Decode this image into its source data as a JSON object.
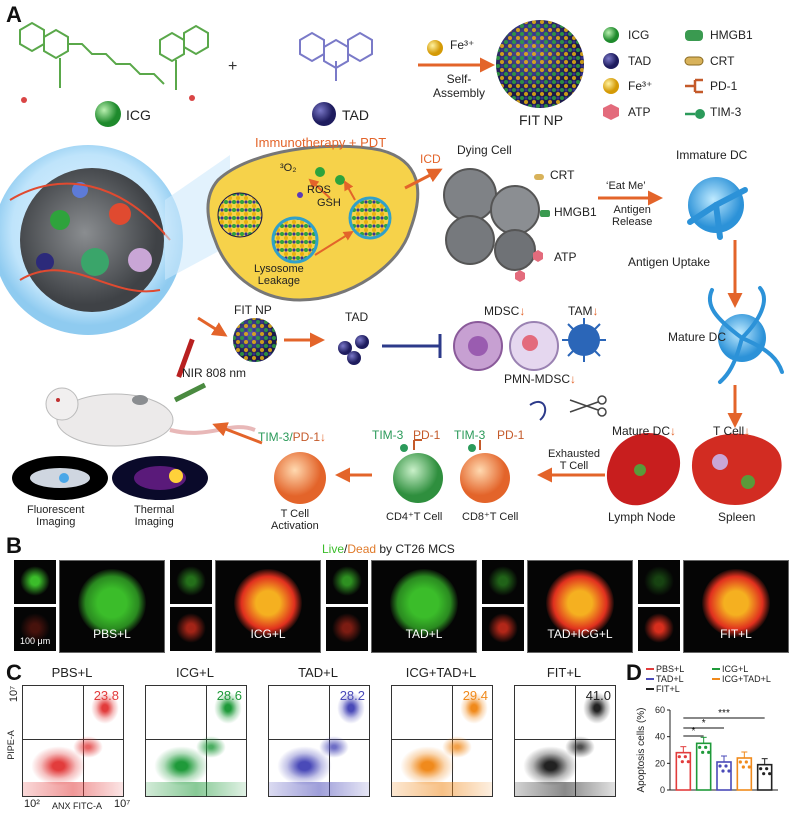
{
  "panel_a": {
    "letter": "A",
    "molecules": {
      "icg": "ICG",
      "tad": "TAD",
      "plus": "+",
      "fe_label": "Fe³⁺",
      "assembly": "Self-\nAssembly",
      "fit_np": "FIT NP"
    },
    "legend": [
      {
        "name": "ICG",
        "color": "#2e9e3c",
        "shape": "sphere"
      },
      {
        "name": "HMGB1",
        "color": "#3a9a50",
        "shape": "cylinder"
      },
      {
        "name": "TAD",
        "color": "#2c2a7a",
        "shape": "sphere"
      },
      {
        "name": "CRT",
        "color": "#d8b25a",
        "shape": "capsule"
      },
      {
        "name": "Fe³⁺",
        "color": "#e6b012",
        "shape": "sphere"
      },
      {
        "name": "PD-1",
        "color": "#c45a2a",
        "shape": "receptor"
      },
      {
        "name": "ATP",
        "color": "#e36b7c",
        "shape": "hexagon"
      },
      {
        "name": "TIM-3",
        "color": "#2b9a5a",
        "shape": "receptor"
      }
    ],
    "cell_labels": {
      "immuno_pdt": "Immunotherapy + PDT",
      "o2": "³O₂",
      "ros": "ROS",
      "gsh": "GSH",
      "lysosome": "Lysosome\nLeakage",
      "icd": "ICD",
      "dying_cell": "Dying Cell",
      "crt": "CRT",
      "hmgb1": "HMGB1",
      "atp": "ATP",
      "eat_me": "‘Eat Me’",
      "antigen_release": "Antigen\nRelease",
      "immature_dc": "Immature DC",
      "antigen_uptake": "Antigen Uptake",
      "mature_dc": "Mature DC",
      "fit_np2": "FIT NP",
      "tad2": "TAD",
      "nir": "NIR 808 nm",
      "mdsc": "MDSC",
      "tam": "TAM",
      "pmn_mdsc": "PMN-MDSC",
      "mature_dc2": "Mature DC",
      "t_cell": "T Cell",
      "exhausted": "Exhausted\nT Cell",
      "lymph_node": "Lymph Node",
      "spleen": "Spleen",
      "tim3_a": "TIM-3",
      "pd1_a": "PD-1",
      "tim3_b": "TIM-3",
      "pd1_b": "PD-1",
      "cd4": "CD4⁺T Cell",
      "cd8": "CD8⁺T Cell",
      "tim3_pd1_c": "TIM-3/",
      "pd1_c": "PD-1",
      "t_activation": "T Cell\nActivation",
      "fluorescent": "Fluorescent\nImaging",
      "thermal": "Thermal\nImaging",
      "down": "↓"
    }
  },
  "panel_b": {
    "letter": "B",
    "title_live": "Live",
    "title_sep": "/",
    "title_dead": "Dead",
    "title_rest": " by CT26 MCS",
    "scale": "100 μm",
    "groups": [
      "PBS+L",
      "ICG+L",
      "TAD+L",
      "TAD+ICG+L",
      "FIT+L"
    ],
    "colors": {
      "live": "#3bbd2a",
      "dead": "#e0301e"
    }
  },
  "panel_c": {
    "letter": "C",
    "xlabel": "ANX FITC-A",
    "ylabel": "PIPE-A",
    "x_ticks": [
      "10²",
      "10⁷"
    ],
    "y_tick": "10⁷",
    "plots": [
      {
        "name": "PBS+L",
        "value": "23.8",
        "color": "#e23c3c"
      },
      {
        "name": "ICG+L",
        "value": "28.6",
        "color": "#1f9a3a"
      },
      {
        "name": "TAD+L",
        "value": "28.2",
        "color": "#4a4ab8"
      },
      {
        "name": "ICG+TAD+L",
        "value": "29.4",
        "color": "#f08a1c"
      },
      {
        "name": "FIT+L",
        "value": "41.0",
        "color": "#222222"
      }
    ]
  },
  "panel_d": {
    "letter": "D",
    "chart_data": {
      "type": "bar",
      "ylabel": "Apoptosis cells (%)",
      "ylim": [
        0,
        60
      ],
      "y_ticks": [
        "0",
        "20",
        "40",
        "60"
      ],
      "categories": [
        "PBS+L",
        "ICG+L",
        "TAD+L",
        "ICG+TAD+L",
        "FIT+L"
      ],
      "values": [
        28,
        35,
        21,
        24,
        19
      ],
      "colors": [
        "#e23c3c",
        "#1f9a3a",
        "#4a4ab8",
        "#f08a1c",
        "#222222"
      ],
      "legend": [
        {
          "name": "PBS+L",
          "color": "#e23c3c"
        },
        {
          "name": "ICG+L",
          "color": "#1f9a3a"
        },
        {
          "name": "TAD+L",
          "color": "#4a4ab8"
        },
        {
          "name": "ICG+TAD+L",
          "color": "#f08a1c"
        },
        {
          "name": "FIT+L",
          "color": "#222222"
        }
      ],
      "significance": [
        "*",
        "*",
        "***"
      ]
    }
  }
}
